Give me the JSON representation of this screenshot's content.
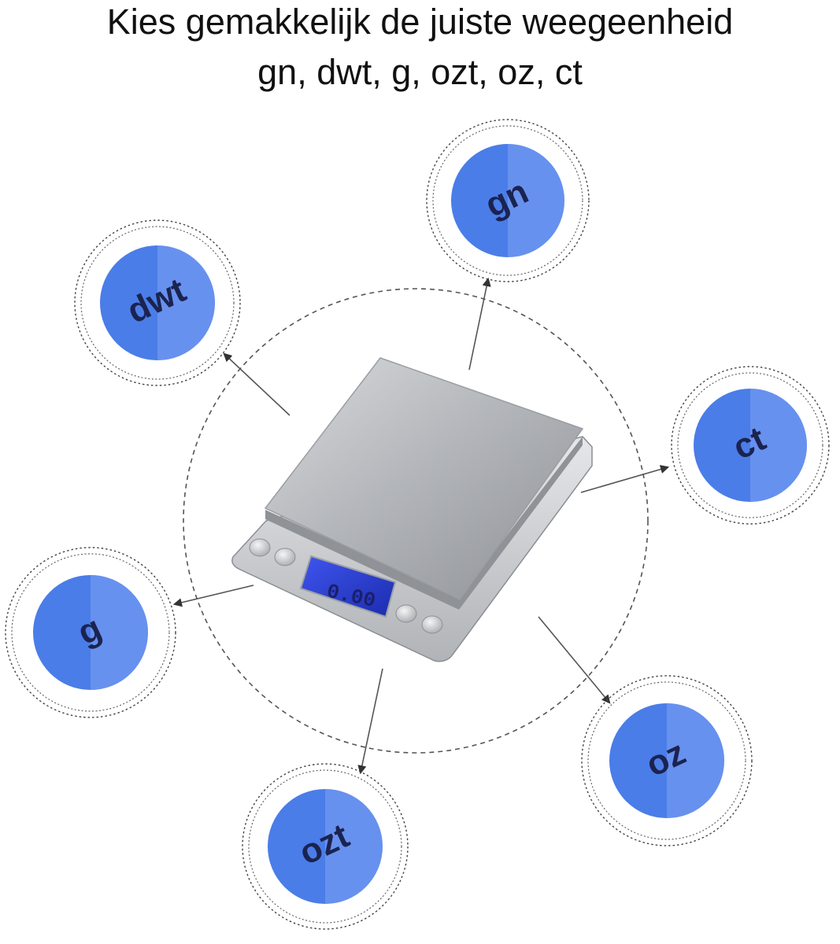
{
  "heading": {
    "line1": "Kies gemakkelijk de juiste weegeenheid",
    "line2": "gn, dwt, g, ozt, oz, ct"
  },
  "units": {
    "gn": "gn",
    "dwt": "dwt",
    "g": "g",
    "ozt": "ozt",
    "oz": "oz",
    "ct": "ct"
  },
  "scale": {
    "display_value": "0.00"
  },
  "colors": {
    "circle_blue": "#4a7de8",
    "circle_light": "#7fa2f2",
    "unit_text": "#1b2350",
    "lcd_blue": "#2a3fd0",
    "steel": "#b9bcc0"
  }
}
